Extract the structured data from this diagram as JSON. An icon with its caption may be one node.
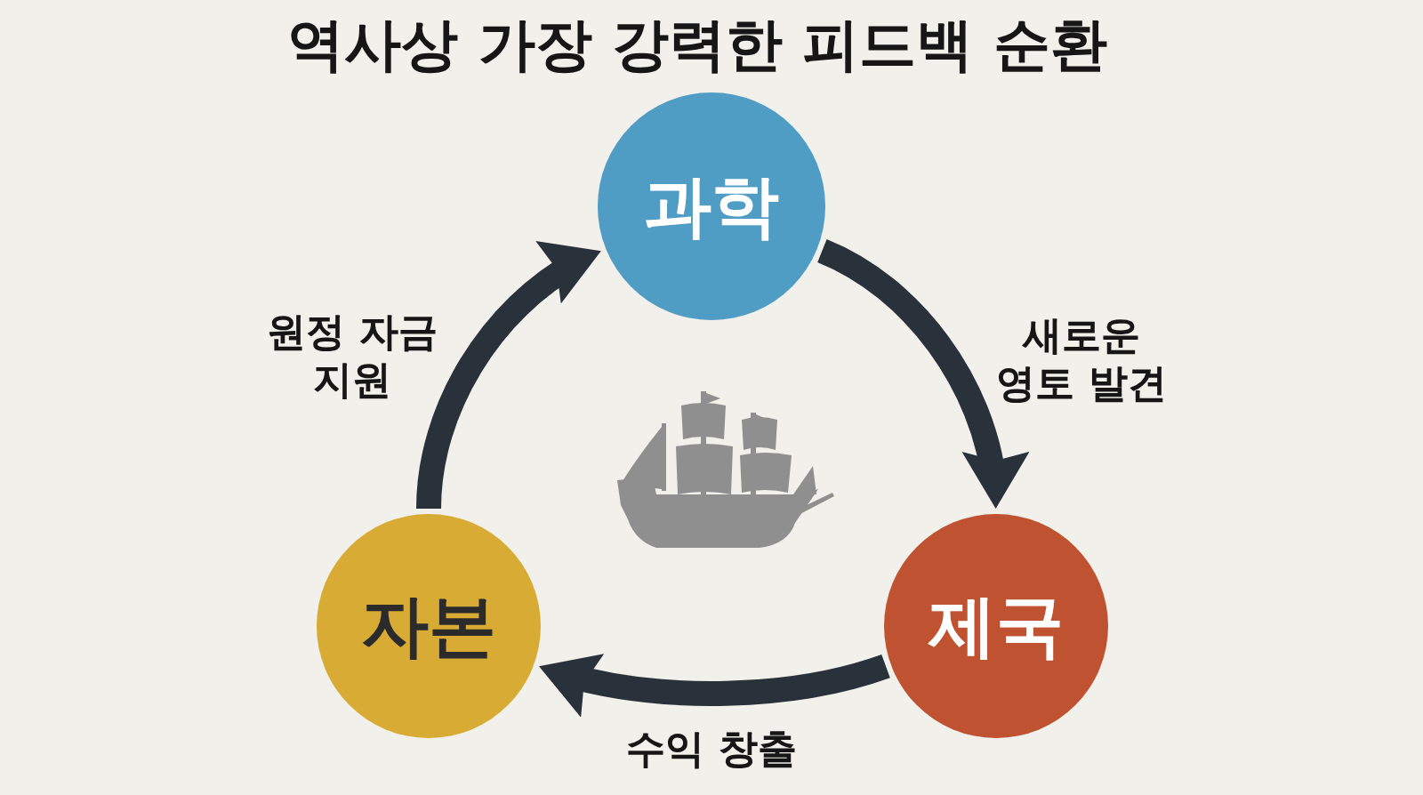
{
  "diagram": {
    "title": "역사상 가장 강력한 피드백 순환",
    "nodes": [
      {
        "text": [
          "과학"
        ]
      },
      {
        "text": [
          "자본"
        ]
      },
      {
        "text": [
          "제국"
        ]
      }
    ],
    "edges": [
      {
        "from": 0,
        "to": 2,
        "arrow": "to",
        "label": "새로운 영토 발견"
      },
      {
        "from": 2,
        "to": 1,
        "arrow": "to",
        "label": "수익 창출"
      },
      {
        "from": 1,
        "to": 0,
        "arrow": "to",
        "label": "원정 자금 지원"
      }
    ]
  }
}
